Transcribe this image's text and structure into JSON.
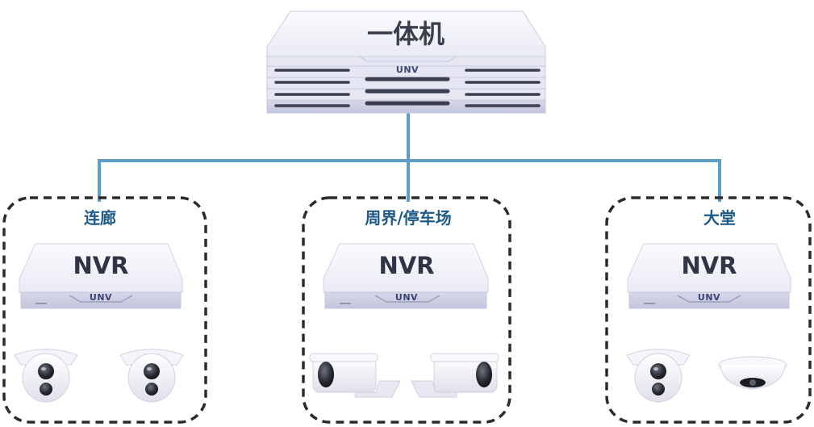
{
  "main_unit": {
    "label": "一体机",
    "brand": "UNV"
  },
  "zones": [
    {
      "label": "连廊",
      "device_label": "NVR",
      "brand": "UNV",
      "cameras": [
        "dome-camera",
        "dome-camera"
      ]
    },
    {
      "label": "周界/停车场",
      "device_label": "NVR",
      "brand": "UNV",
      "cameras": [
        "bullet-camera",
        "bullet-camera"
      ]
    },
    {
      "label": "大堂",
      "device_label": "NVR",
      "brand": "UNV",
      "cameras": [
        "dome-camera",
        "fisheye-camera"
      ]
    }
  ],
  "colors": {
    "connector": "#5e9ec9",
    "zone_border": "#2b2b2b",
    "zone_label": "#1f5a86",
    "device_body": "#e4e5f1",
    "device_top": "#f2f3f9",
    "device_slot": "#3b3f52"
  }
}
